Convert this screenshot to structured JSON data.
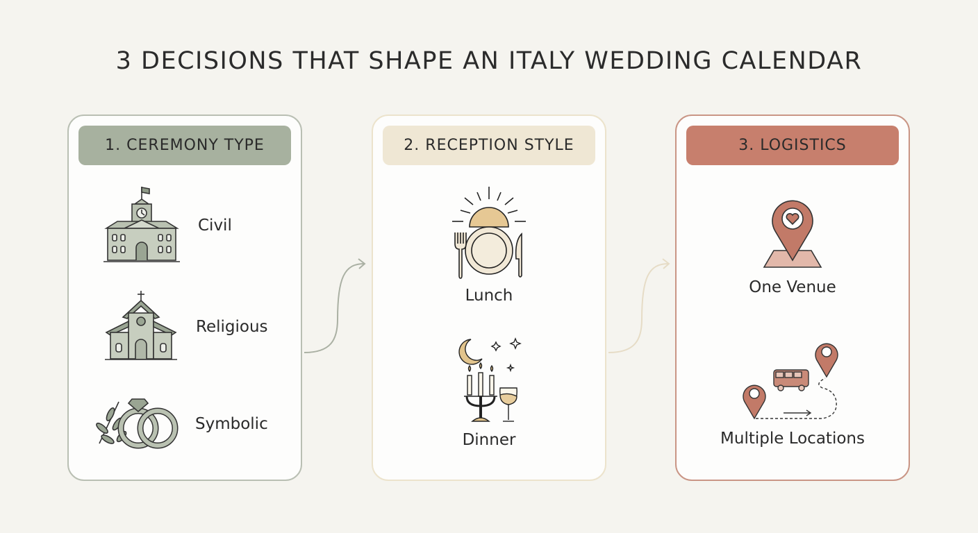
{
  "title": "3 DECISIONS THAT SHAPE AN ITALY WEDDING CALENDAR",
  "colors": {
    "sage": "#a7b19f",
    "cream": "#efe7d4",
    "terracotta": "#c77f6d",
    "background": "#f5f4ef"
  },
  "cards": [
    {
      "header": "1. CEREMONY TYPE",
      "items": [
        {
          "label": "Civil",
          "icon": "town-hall-icon"
        },
        {
          "label": "Religious",
          "icon": "church-icon"
        },
        {
          "label": "Symbolic",
          "icon": "rings-icon"
        }
      ]
    },
    {
      "header": "2. RECEPTION STYLE",
      "items": [
        {
          "label": "Lunch",
          "icon": "sun-plate-icon"
        },
        {
          "label": "Dinner",
          "icon": "candelabra-wine-icon"
        }
      ]
    },
    {
      "header": "3. LOGISTICS",
      "items": [
        {
          "label": "One Venue",
          "icon": "map-pin-heart-icon"
        },
        {
          "label": "Multiple Locations",
          "icon": "bus-route-icon"
        }
      ]
    }
  ]
}
